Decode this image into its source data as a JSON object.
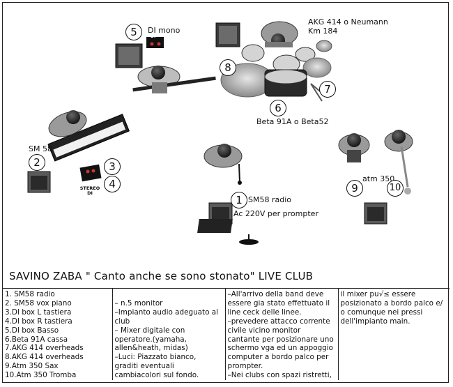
{
  "labels": {
    "akg_overhead": "AKG 414 o Neumann Km 184",
    "di_mono": "DI mono",
    "sm58_keys": "SM 58",
    "beta": "Beta 91A o Beta52",
    "sm58_radio": "SM58 radio",
    "ac220": "Ac 220V per prompter",
    "atm350": "atm 350",
    "stereo_di": "STEREO DI",
    "di_box": "DI"
  },
  "numbers": [
    "1",
    "2",
    "3",
    "4",
    "5",
    "6",
    "7",
    "8",
    "9",
    "10"
  ],
  "title": "SAVINO ZABA \" Canto anche se sono stonato\"  LIVE CLUB",
  "notes": {
    "col1": [
      "1. SM58 radio",
      "2. SM58 vox piano",
      "3.DI box L tastiera",
      "4.DI box R tastiera",
      "5.DI box Basso",
      "6.Beta 91A cassa",
      "7.AKG 414 overheads",
      "8.AKG 414 overheads",
      "9.Atm 350 Sax",
      "10.Atm 350 Tromba"
    ],
    "col2": [
      "– n.5 monitor",
      "–Impianto audio adeguato al",
      "club",
      "– Mixer digitale con",
      "operatore.(yamaha,",
      "allen&heath, midas)",
      "–Luci: Piazzato bianco,",
      "graditi eventuali",
      "cambiacolori sul fondo."
    ],
    "col3": [
      "–All'arrivo della band deve",
      "essere gia stato effettuato il",
      "line ceck delle linee.",
      "–prevedere attacco corrente",
      "civile vicino monitor",
      "cantante per posizionare uno",
      "schermo vga ed un appoggio",
      "computer a bordo palco per",
      "prompter.",
      "–Nei clubs con spazi ristretti,"
    ],
    "col4": [
      "il mixer pu√≤ essere",
      "posizionato a bordo palco e/",
      "o comunque nei pressi",
      "dell'impianto main."
    ]
  }
}
